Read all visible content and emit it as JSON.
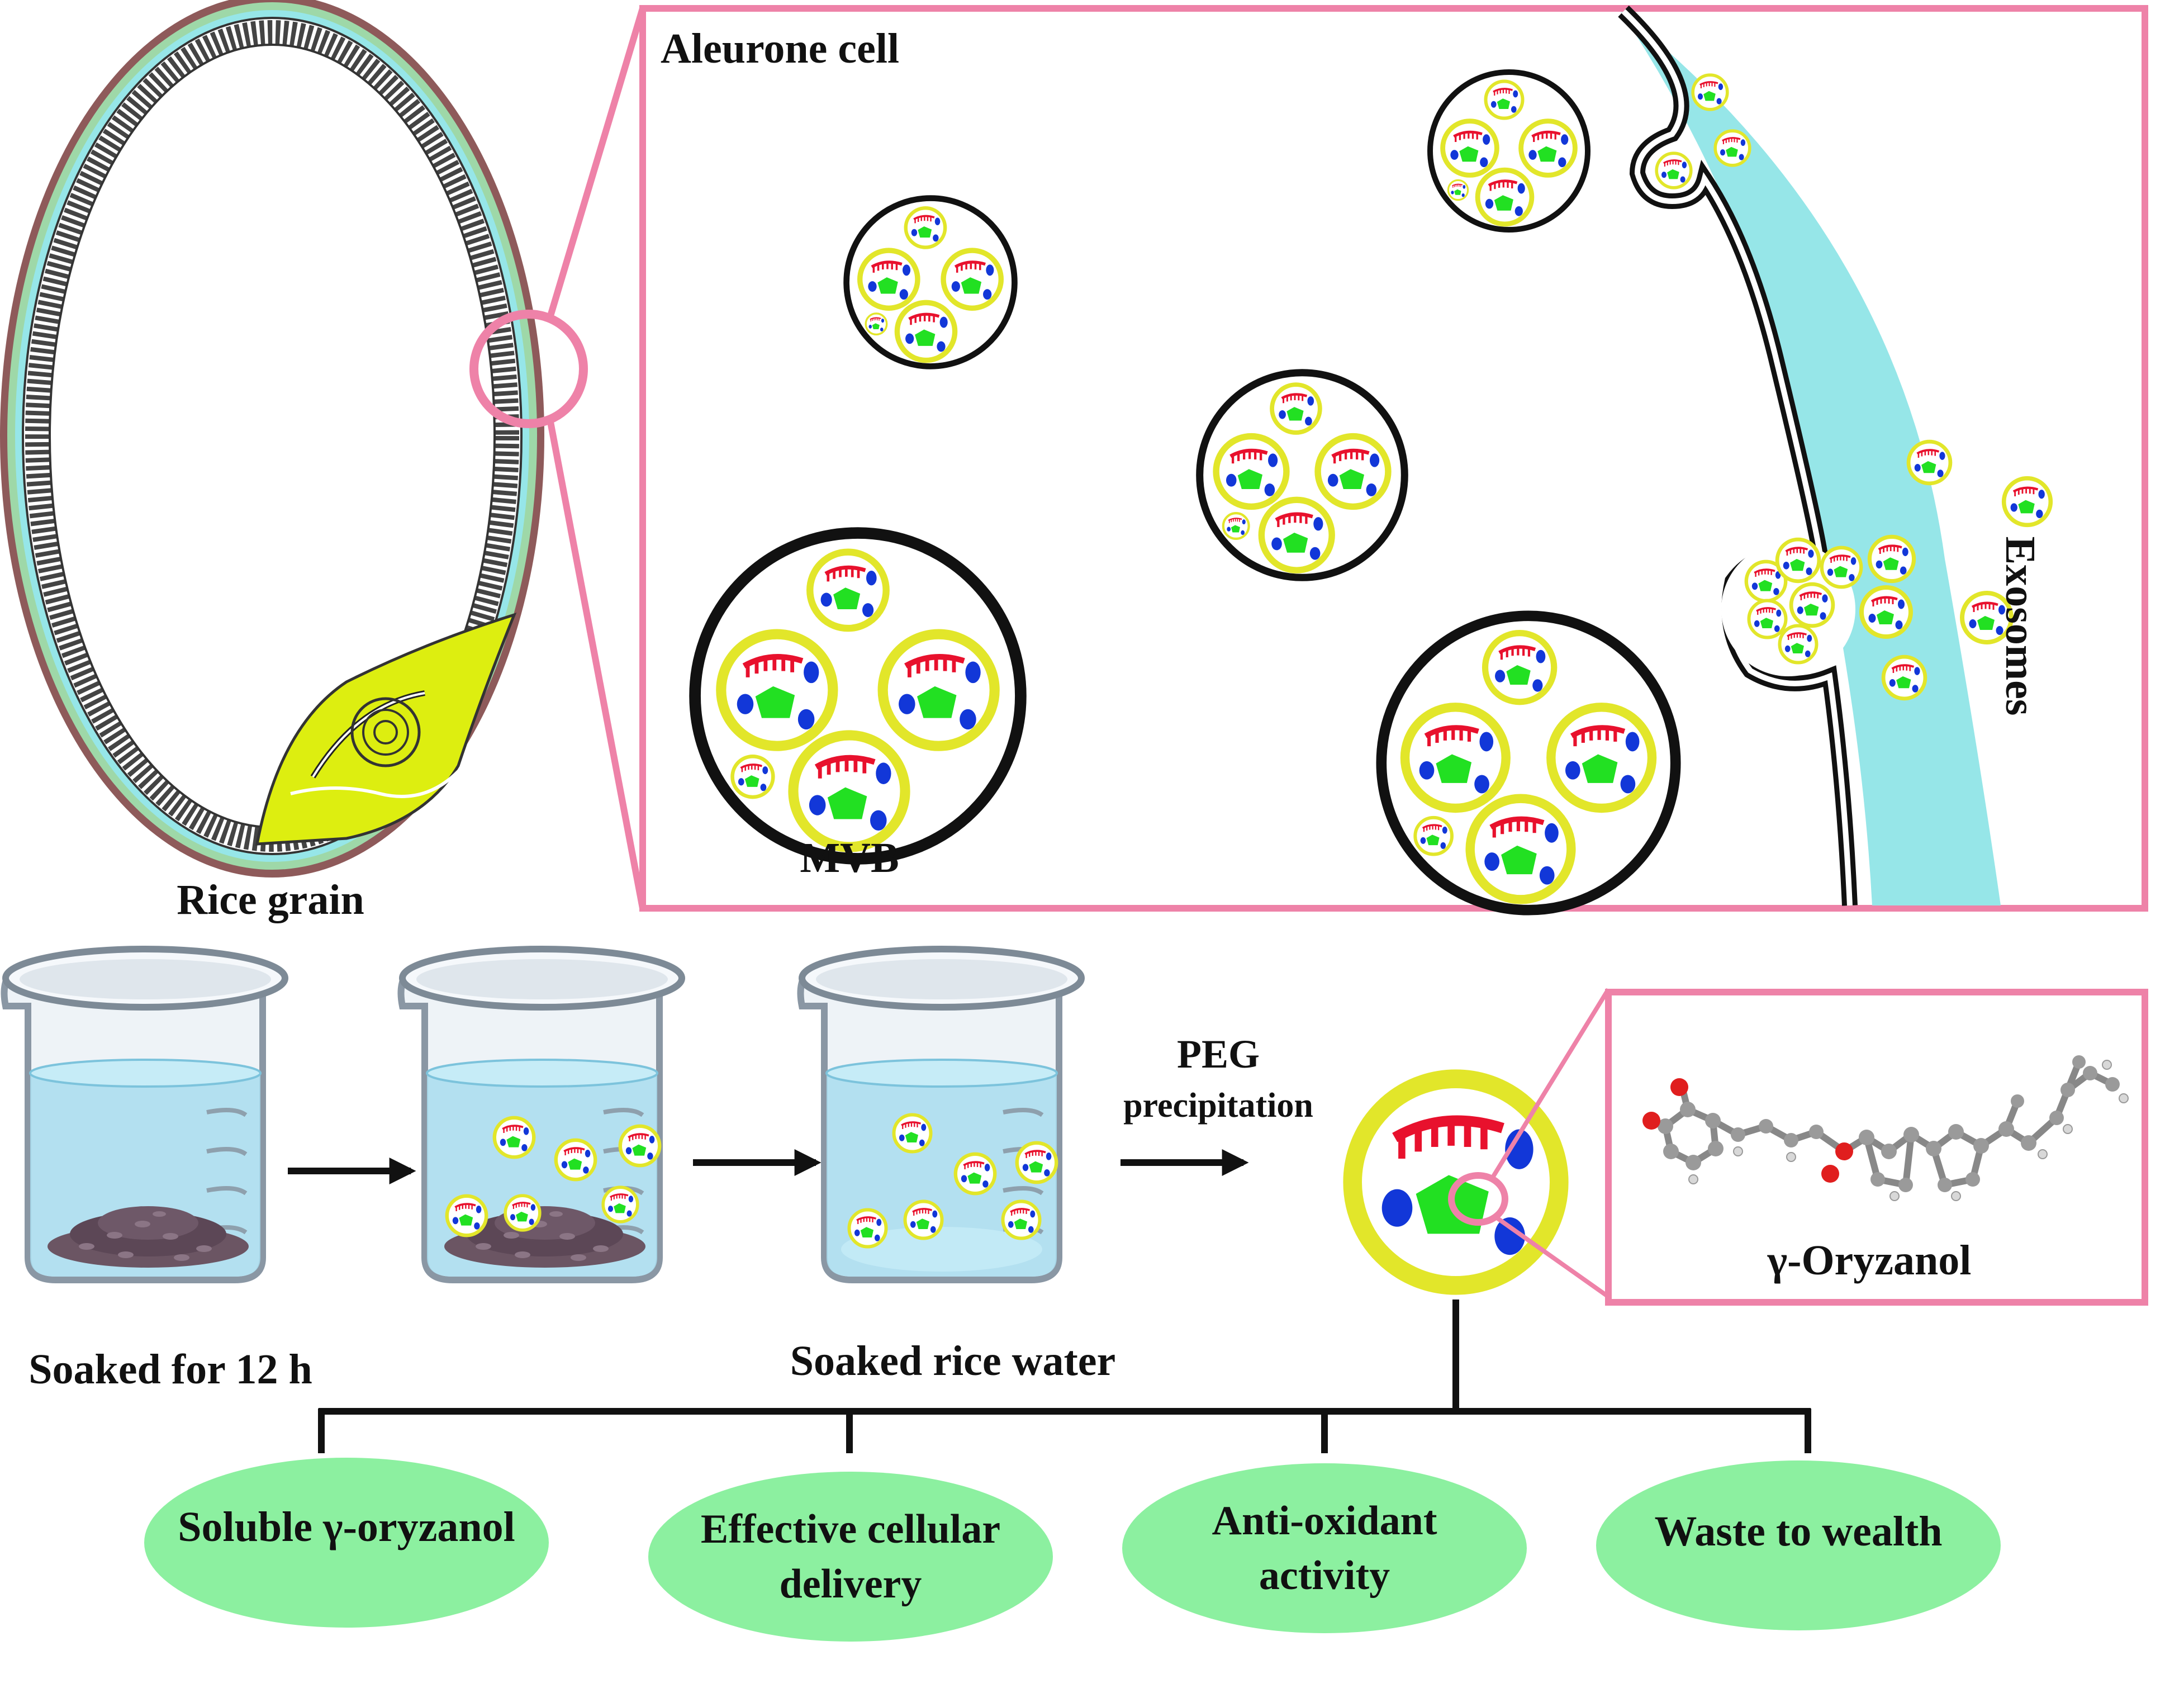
{
  "labels": {
    "aleurone_cell": "Aleurone cell",
    "rice_grain": "Rice grain",
    "mvb": "MVB",
    "exosomes": "Exosomes",
    "soaked_12h": "Soaked for 12 h",
    "soaked_rice_water": "Soaked rice water",
    "peg_line1": "PEG",
    "peg_line2": "precipitation",
    "gamma_oryzanol": "γ-Oryzanol"
  },
  "outcomes": [
    {
      "line1": "Soluble γ-oryzanol",
      "line2": ""
    },
    {
      "line1": "Effective cellular",
      "line2": "delivery"
    },
    {
      "line1": "Anti-oxidant",
      "line2": "activity"
    },
    {
      "line1": "Waste to wealth",
      "line2": ""
    }
  ],
  "colors": {
    "highlight_pink": "#EE82A8",
    "vesicle_yellow": "#E2E62A",
    "protein_green": "#22E022",
    "rna_red": "#E8112D",
    "lipid_blue": "#1237D8",
    "wall_cyan": "#96E6E8",
    "outcome_green": "#8CF0A0",
    "embryo_yellow": "#DDEE10",
    "water_blue": "#A8DCEE",
    "grain_brown": "#8E5A5A"
  },
  "icons": [
    "rice-grain-illustration",
    "beaker-icon",
    "exosome-vesicle-icon",
    "molecule-ball-and-stick-icon",
    "arrow-right-icon"
  ]
}
